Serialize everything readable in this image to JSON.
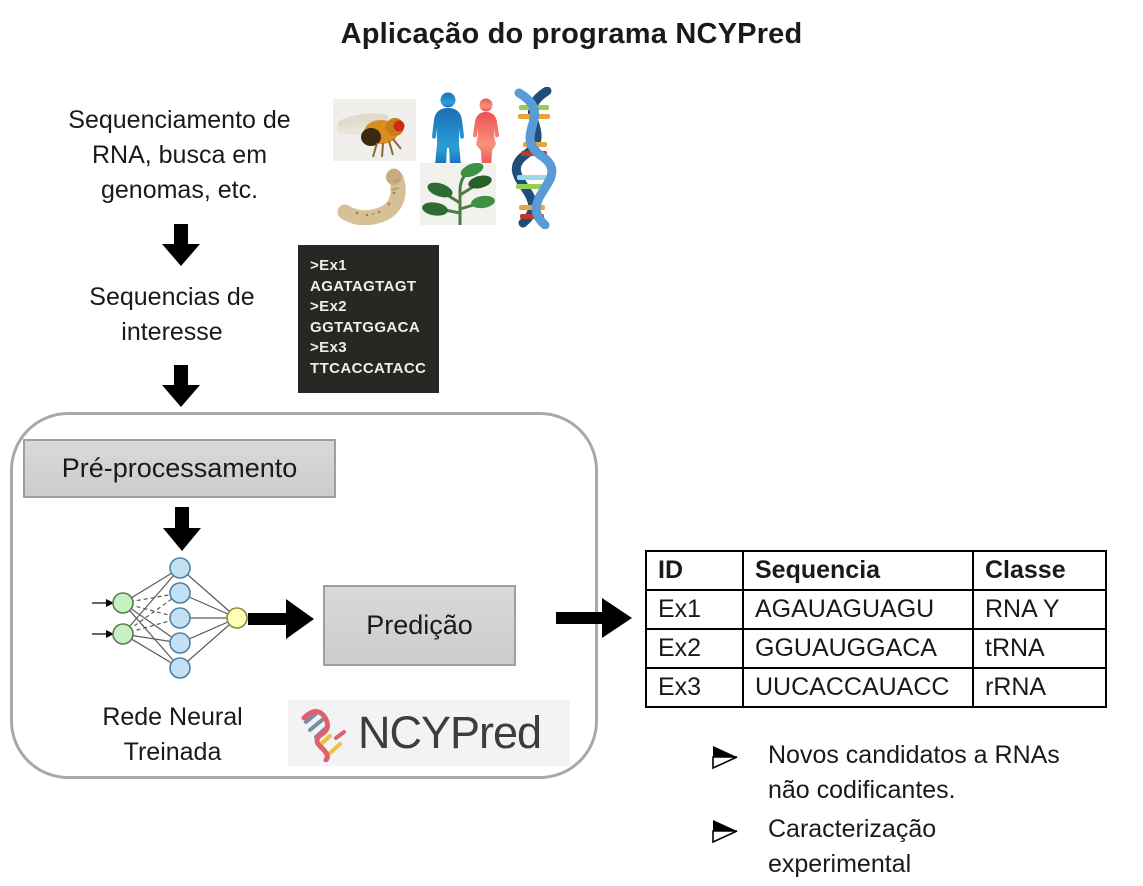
{
  "title": "Aplicação do programa NCYPred",
  "flow": {
    "source_label": "Sequenciamento de\nRNA, busca em\ngenomas, etc.",
    "interest_label": "Sequencias de\ninteresse",
    "fasta": ">Ex1\nAGATAGTAGT\n>Ex2\nGGTATGGACA\n>Ex3\nTTCACCATACC",
    "preprocess_label": "Pré-processamento",
    "prediction_label": "Predição",
    "nn_label": "Rede Neural\nTreinada",
    "logo_text": "NCYPred"
  },
  "organisms": [
    "fruit-fly",
    "human-silhouettes",
    "dna-helix",
    "larva",
    "plant-seedling"
  ],
  "table": {
    "headers": [
      "ID",
      "Sequencia",
      "Classe"
    ],
    "rows": [
      [
        "Ex1",
        "AGAUAGUAGU",
        "RNA Y"
      ],
      [
        "Ex2",
        "GGUAUGGACA",
        "tRNA"
      ],
      [
        "Ex3",
        "UUCACCAUACC",
        "rRNA"
      ]
    ]
  },
  "bullets": [
    "Novos candidatos a RNAs não codificantes.",
    "Caracterização experimental"
  ],
  "colors": {
    "arrow_black": "#000000",
    "box_gray_fill": "#d4d4d4",
    "box_gray_border": "#9f9f9f",
    "fasta_bg": "#272723",
    "fasta_text": "#f2eee4",
    "nn_input_fill": "#c9f0c5",
    "nn_hidden_fill": "#c2e1f5",
    "nn_output_fill": "#ffffb8",
    "logo_bg": "#f3f3f5",
    "logo_red": "#e0606e"
  }
}
